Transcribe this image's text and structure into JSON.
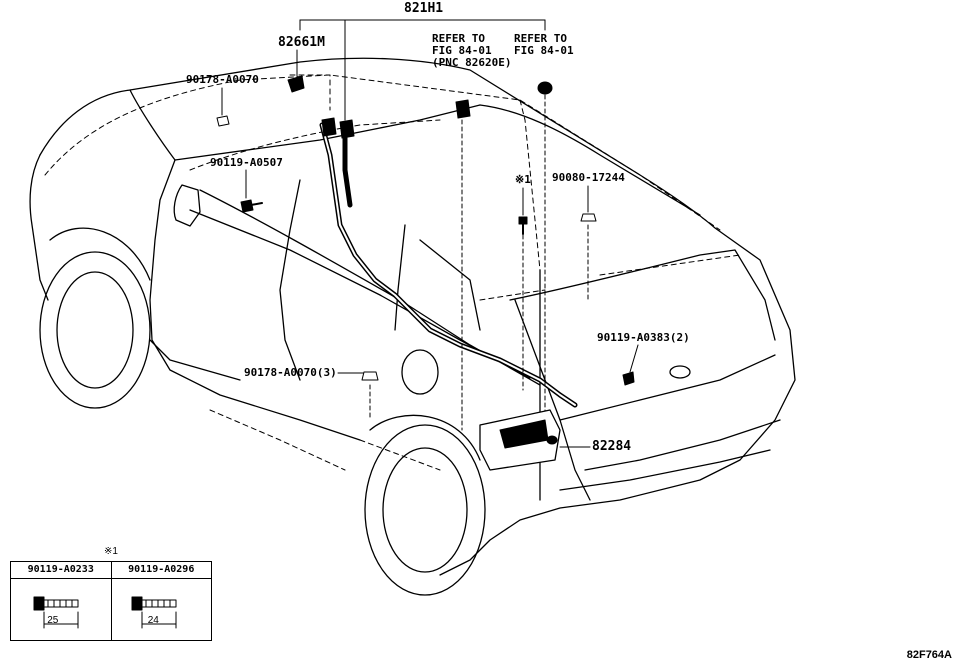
{
  "labels": {
    "main_assembly": "821H1",
    "part_82661m": "82661M",
    "refer_a": "REFER TO\nFIG 84-01\n(PNC 82620E)",
    "refer_b": "REFER TO\nFIG 84-01",
    "part_90178_a0070": "90178-A0070",
    "part_90119_a0507": "90119-A0507",
    "mark_1": "※1",
    "part_90080_17244": "90080-17244",
    "part_90119_a0383": "90119-A0383(2)",
    "part_90178_a0070_3": "90178-A0070(3)",
    "part_82284": "82284"
  },
  "parts_table": {
    "title": "※1",
    "columns": [
      {
        "part": "90119-A0233",
        "length": "25"
      },
      {
        "part": "90119-A0296",
        "length": "24"
      }
    ]
  },
  "doc_code": "82F764A"
}
